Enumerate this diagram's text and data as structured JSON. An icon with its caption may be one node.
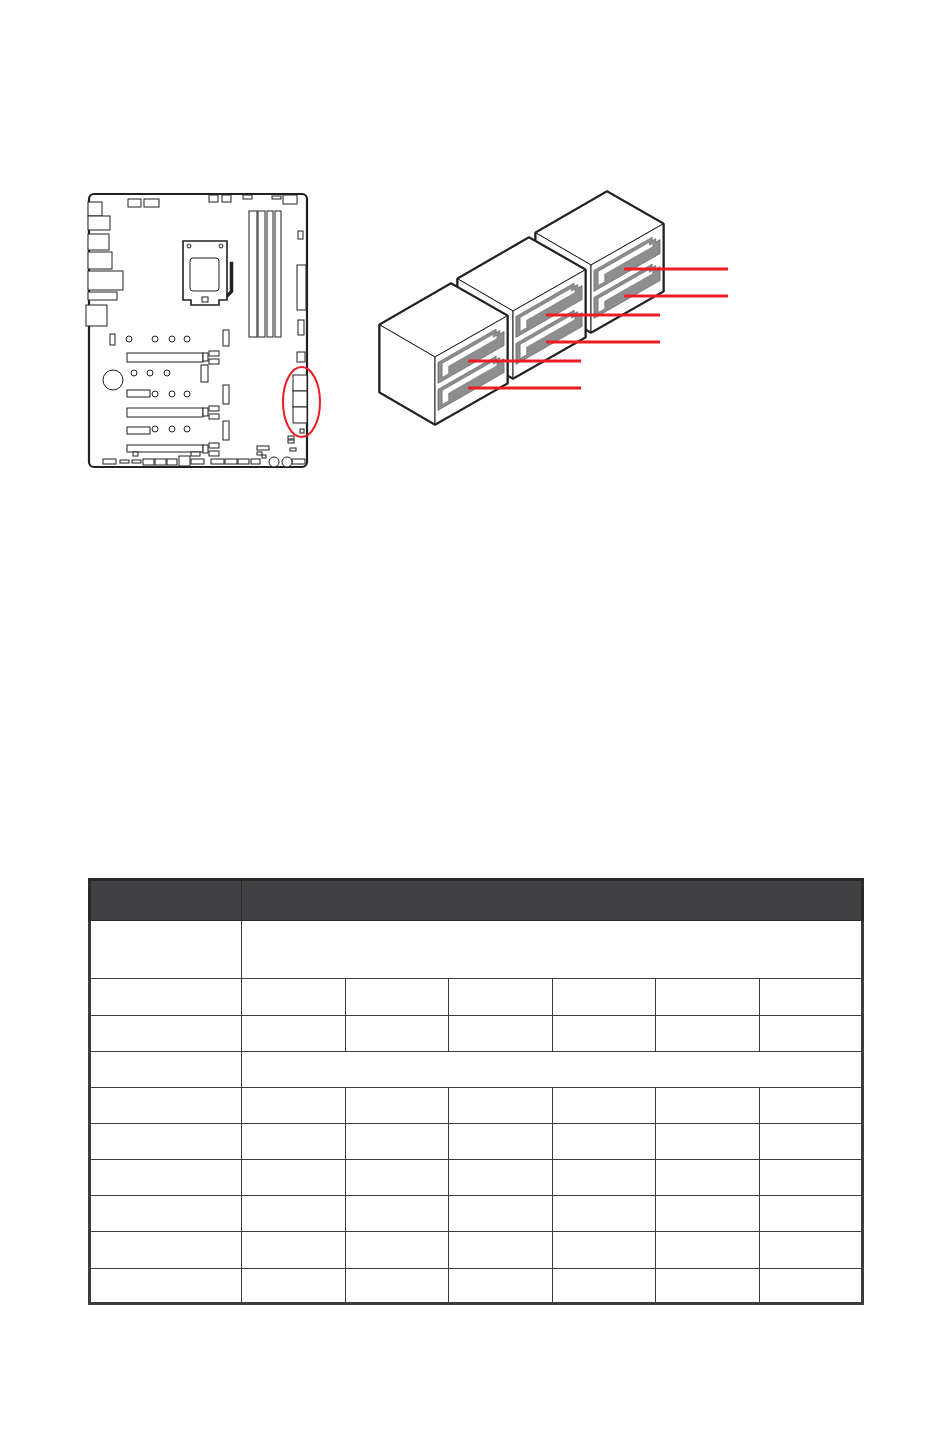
{
  "diagram": {
    "nodes": [
      {
        "text": [],
        "shape": "picture"
      },
      {
        "text": [],
        "shape": "picture"
      },
      {
        "text": [],
        "shape": "picture"
      },
      {
        "text": [],
        "shape": "picture"
      },
      {
        "text": [],
        "shape": "picture"
      },
      {
        "text": [],
        "shape": "picture"
      }
    ],
    "edges": [
      {
        "from": null,
        "to": 0,
        "arrow": "none"
      },
      {
        "from": null,
        "to": 1,
        "arrow": "none"
      },
      {
        "from": null,
        "to": 2,
        "arrow": "none"
      },
      {
        "from": null,
        "to": 3,
        "arrow": "none"
      },
      {
        "from": null,
        "to": 4,
        "arrow": "none"
      },
      {
        "from": null,
        "to": 5,
        "arrow": "none"
      }
    ]
  }
}
